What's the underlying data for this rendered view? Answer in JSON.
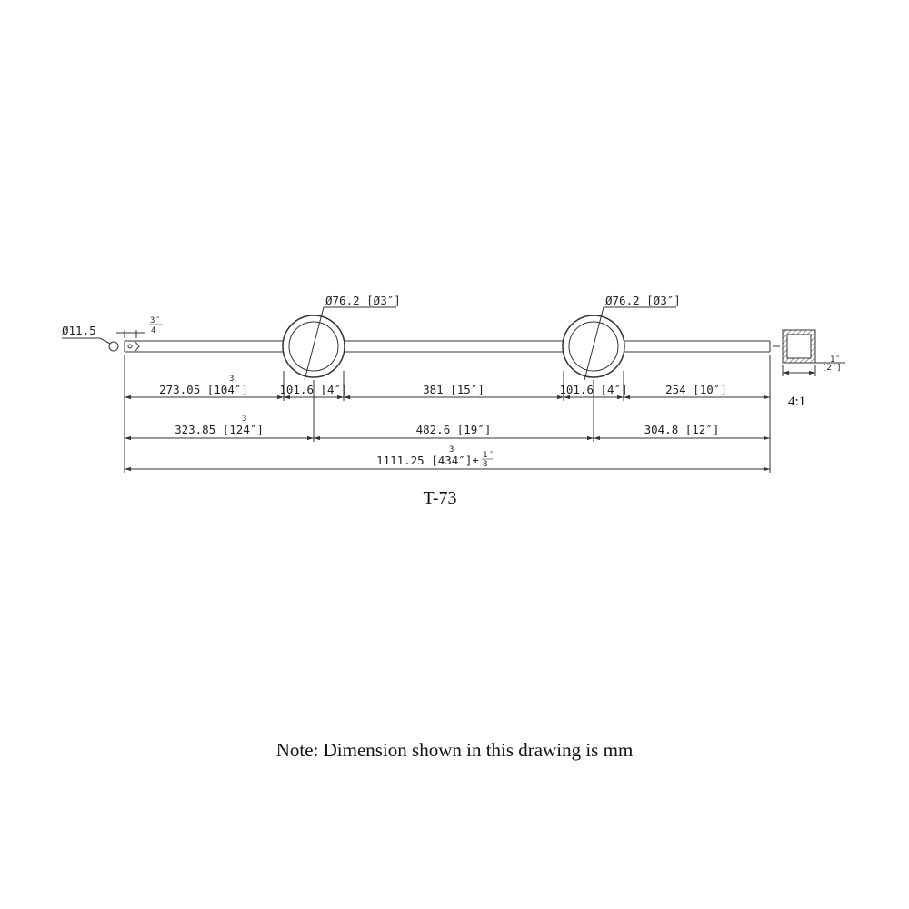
{
  "part_label": "T-73",
  "scale_label": "4:1",
  "note": "Note: Dimension shown in this drawing is mm",
  "pin_diameter": "Ø11.5",
  "pin_offset": {
    "num": "3",
    "unit": "″",
    "den": "4"
  },
  "ring_left_diameter": "Ø76.2 [Ø3″]",
  "ring_right_diameter": "Ø76.2 [Ø3″]",
  "tube_size": {
    "num": "1",
    "unit": "″",
    "text": "[2″]"
  },
  "row1": {
    "seg1_frac": "3",
    "seg1": "273.05 [104″]",
    "ring1": "101.6 [4″]",
    "seg2": "381 [15″]",
    "ring2": "101.6 [4″]",
    "seg3": "254 [10″]"
  },
  "row2": {
    "seg1_frac": "3",
    "seg1": "323.85 [124″]",
    "seg2": "482.6 [19″]",
    "seg3": "304.8 [12″]"
  },
  "row3": {
    "total_frac": "3",
    "total": "1111.25 [434″]±",
    "tol_num": "1",
    "tol_unit": "″",
    "tol_den": "8"
  }
}
